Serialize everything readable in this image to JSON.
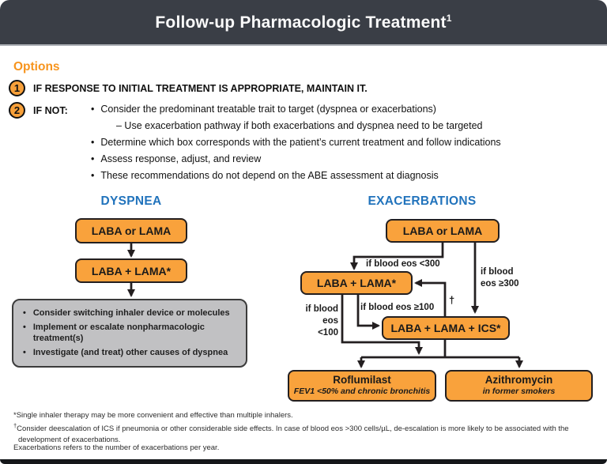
{
  "title": {
    "text": "Follow-up Pharmacologic Treatment",
    "superscript": "1"
  },
  "options": {
    "heading": "Options",
    "item1": {
      "number": "1",
      "text": "IF RESPONSE TO INITIAL TREATMENT IS APPROPRIATE, MAINTAIN IT."
    },
    "item2": {
      "number": "2",
      "label": "IF NOT:",
      "bullet1": "Consider the predominant treatable trait to target (dyspnea or exacerbations)",
      "sub_bullet": "– Use exacerbation pathway if both exacerbations and dyspnea need to be targeted",
      "bullet2": "Determine which box corresponds with the patient’s current treatment and follow indications",
      "bullet3": "Assess response, adjust, and review",
      "bullet4": "These recommendations do not depend on the ABE assessment at diagnosis"
    }
  },
  "dyspnea": {
    "heading": "DYSPNEA",
    "box1": "LABA or LAMA",
    "box2": "LABA + LAMA*",
    "gray_box": {
      "bullet1": "Consider switching inhaler device or molecules",
      "bullet2": "Implement or escalate nonpharmacologic treatment(s)",
      "bullet3": "Investigate (and treat) other causes of dyspnea"
    }
  },
  "exacerbations": {
    "heading": "EXACERBATIONS",
    "box_top": "LABA or LAMA",
    "box_mid": "LABA + LAMA*",
    "box_ics": "LABA + LAMA + ICS*",
    "labels": {
      "eos_lt300": "if blood eos <300",
      "eos_ge300_line1": "if blood",
      "eos_ge300_line2": "eos ≥300",
      "eos_lt100_line1": "if blood",
      "eos_lt100_line2": "eos <100",
      "eos_ge100": "if blood eos ≥100",
      "dagger": "†"
    },
    "roflumilast": {
      "title": "Roflumilast",
      "subtitle": "FEV1 <50% and chronic bronchitis"
    },
    "azithromycin": {
      "title": "Azithromycin",
      "subtitle": "in former smokers"
    }
  },
  "footnotes": {
    "fn1_marker": "*",
    "fn1": "Single inhaler therapy may be more convenient and effective than multiple inhalers.",
    "fn2_marker": "†",
    "fn2": "Consider deescalation of ICS if pneumonia or other considerable side effects. In case of blood eos >300 cells/µL, de-escalation is more likely to be associated with the development of exacerbations.",
    "fn3": "Exacerbations refers to the number of exacerbations per year."
  },
  "colors": {
    "header_bg": "#3A3E46",
    "accent_orange": "#F7941D",
    "box_orange": "#F9A23C",
    "heading_blue": "#2173BC",
    "gray_box_bg": "#C1C1C3",
    "line_dark": "#231F20"
  }
}
